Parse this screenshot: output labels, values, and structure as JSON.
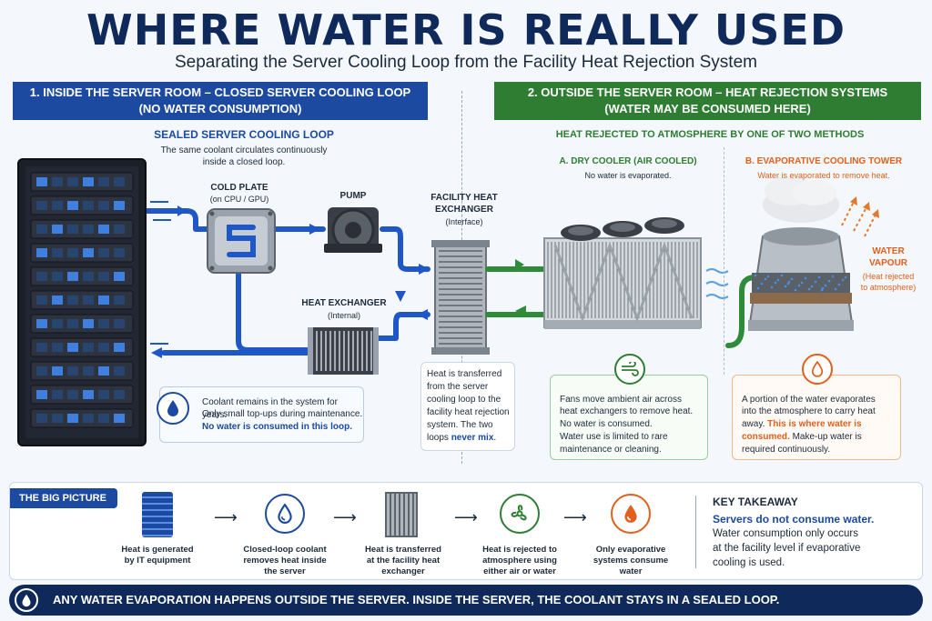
{
  "title": "WHERE WATER IS REALLY USED",
  "subtitle": "Separating the Server Cooling Loop from the Facility Heat Rejection System",
  "left_header": {
    "line1": "1. INSIDE THE SERVER ROOM – CLOSED SERVER COOLING LOOP",
    "line2": "(NO WATER CONSUMPTION)"
  },
  "right_header": {
    "line1": "2. OUTSIDE THE SERVER ROOM – HEAT REJECTION SYSTEMS",
    "line2": "(WATER MAY BE CONSUMED HERE)"
  },
  "sealed": {
    "title": "SEALED SERVER COOLING LOOP",
    "desc1": "The same coolant circulates continuously",
    "desc2": "inside a closed loop."
  },
  "cold_plate": {
    "title": "COLD PLATE",
    "sub": "(on CPU / GPU)"
  },
  "pump": {
    "title": "PUMP"
  },
  "heat_exchanger": {
    "title": "HEAT EXCHANGER",
    "sub": "(Internal)"
  },
  "facility_hx": {
    "title1": "FACILITY HEAT",
    "title2": "EXCHANGER",
    "sub": "(Interface)"
  },
  "coolant_note": {
    "l1": "Coolant remains in the system for years.",
    "l2": "Only small top-ups during maintenance.",
    "l3": "No water is consumed in this loop."
  },
  "transfer_note": {
    "l1": "Heat is transferred",
    "l2": "from the server",
    "l3": "cooling loop to the",
    "l4": "facility heat rejection",
    "l5": "system. The two",
    "l6a": "loops ",
    "l6b": "never mix",
    "l6c": "."
  },
  "methods_title": "HEAT REJECTED TO ATMOSPHERE BY ONE OF TWO METHODS",
  "dry": {
    "title": "A. DRY COOLER (AIR COOLED)",
    "sub": "No water is evaporated."
  },
  "evap": {
    "title": "B. EVAPORATIVE COOLING TOWER",
    "sub": "Water is evaporated to remove heat."
  },
  "vapour": {
    "l1": "WATER",
    "l2": "VAPOUR",
    "s1": "(Heat rejected",
    "s2": "to atmosphere)"
  },
  "dry_note": {
    "l1": "Fans move ambient air across",
    "l2": "heat exchangers to remove heat.",
    "l3": "No water is consumed.",
    "l4": "Water use is limited to rare",
    "l5": "maintenance or cleaning."
  },
  "evap_note": {
    "l1": "A portion of the water evaporates",
    "l2": "into the atmosphere to carry heat",
    "l3a": "away. ",
    "l3b": "This is where water is",
    "l4a": "consumed.",
    "l4b": " Make-up water is",
    "l5": "required continuously."
  },
  "big_picture": {
    "label": "THE BIG PICTURE",
    "items": [
      {
        "l1": "Heat is generated",
        "l2": "by IT equipment",
        "l3": ""
      },
      {
        "l1": "Closed-loop coolant",
        "l2": "removes heat inside",
        "l3": "the server"
      },
      {
        "l1": "Heat is transferred",
        "l2": "at the facility heat",
        "l3": "exchanger"
      },
      {
        "l1": "Heat is rejected to",
        "l2": "atmosphere using",
        "l3": "either air or water"
      },
      {
        "l1": "Only evaporative",
        "l2": "systems consume",
        "l3": "water"
      }
    ]
  },
  "takeaway": {
    "title": "KEY TAKEAWAY",
    "l1": "Servers do not consume water.",
    "l2": "Water consumption only occurs",
    "l3": "at the facility level if evaporative",
    "l4": "cooling is used."
  },
  "footer": "ANY WATER EVAPORATION HAPPENS OUTSIDE THE SERVER. INSIDE THE SERVER, THE COOLANT STAYS IN A SEALED LOOP.",
  "colors": {
    "navy": "#0f2a5a",
    "blue": "#1b4aa0",
    "green": "#2e7d32",
    "orange": "#e0601c"
  }
}
